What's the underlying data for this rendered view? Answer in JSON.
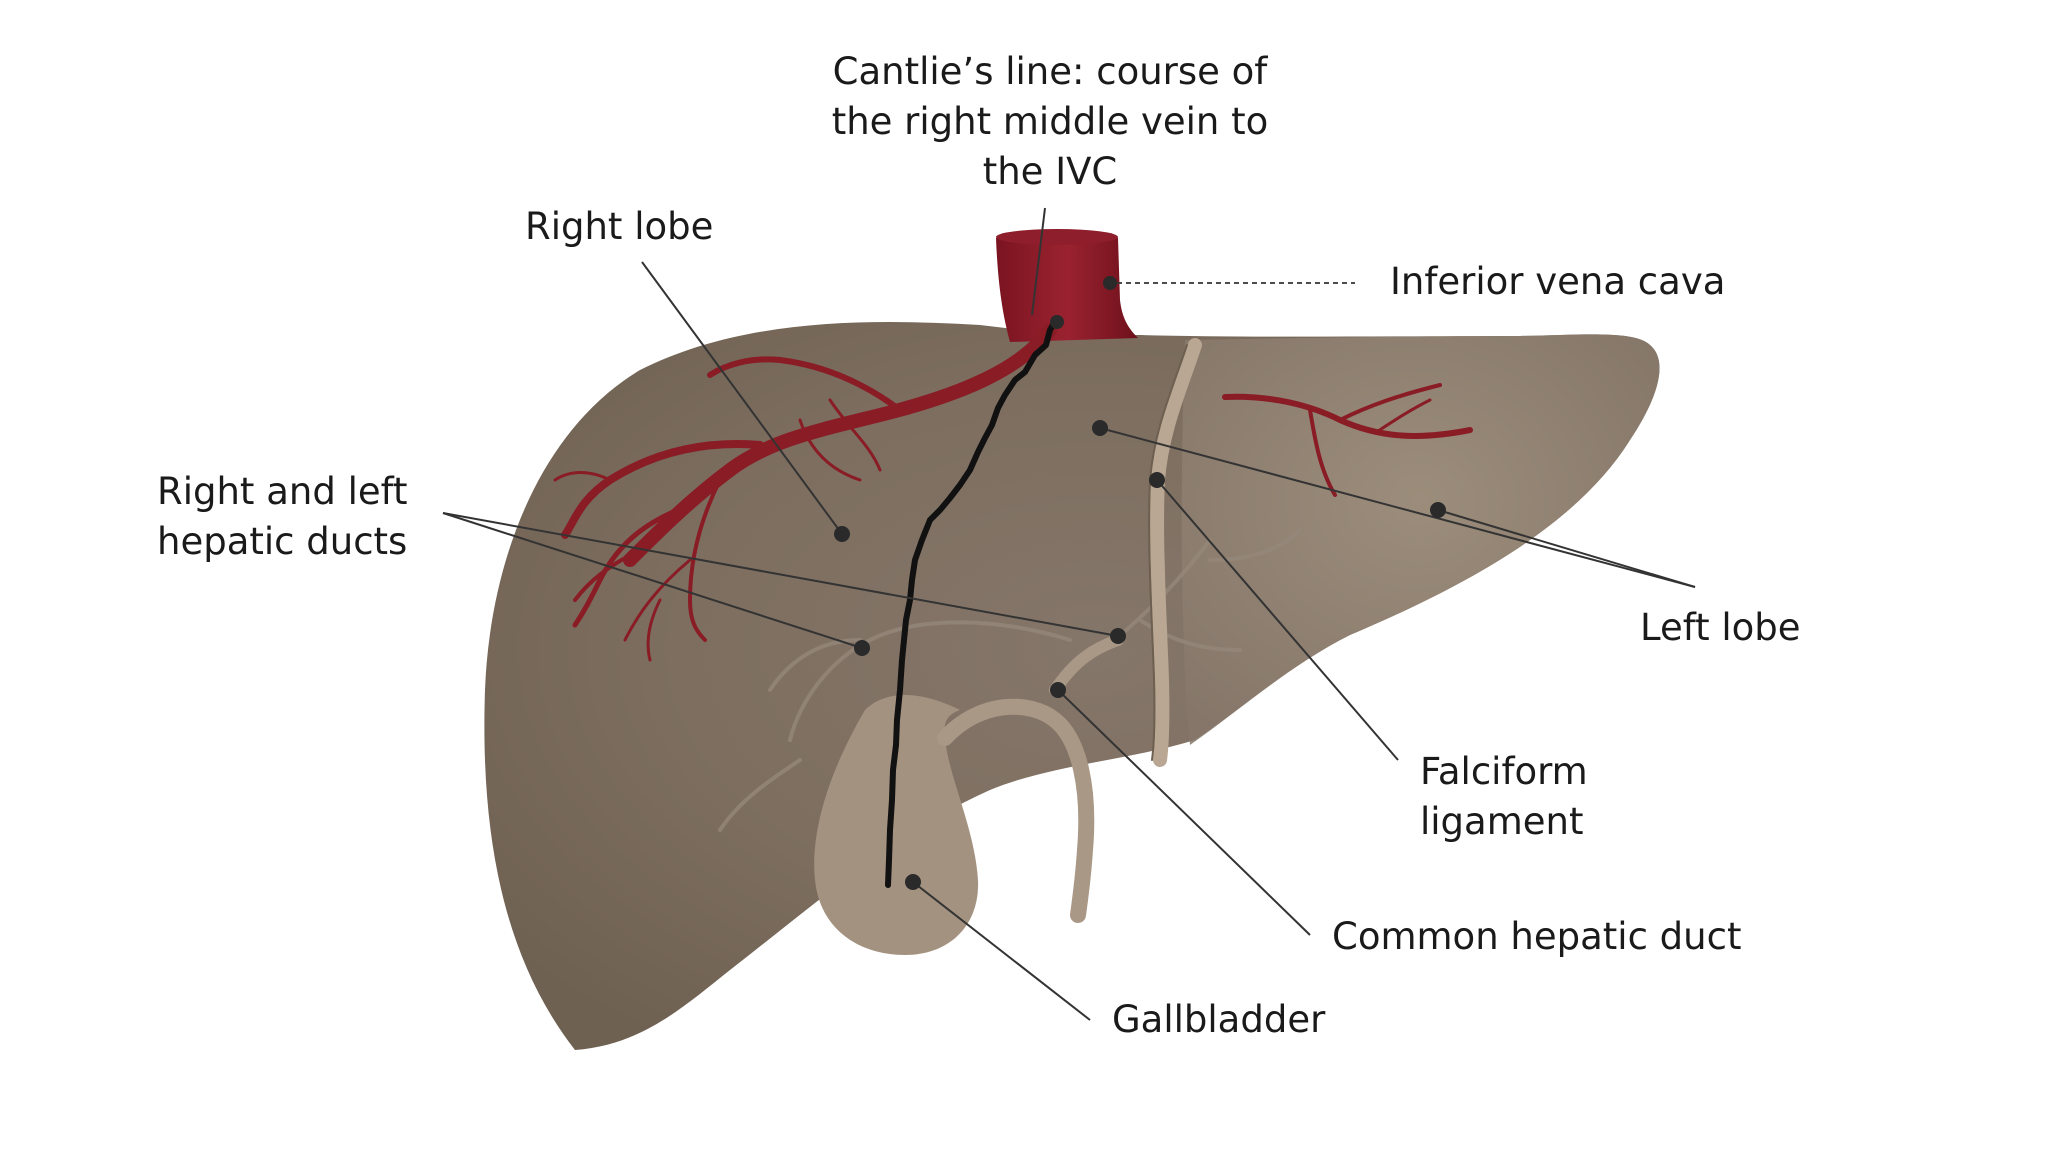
{
  "labels": {
    "cantlie": [
      "Cantlie’s line: course of",
      "the right middle vein to",
      "the IVC"
    ],
    "right_lobe": "Right lobe",
    "ivc": "Inferior vena cava",
    "hepatic_ducts": [
      "Right and left",
      "hepatic ducts"
    ],
    "left_lobe": "Left lobe",
    "falciform": [
      "Falciform",
      "ligament"
    ],
    "common_hepatic_duct": "Common hepatic duct",
    "gallbladder": "Gallbladder"
  },
  "colors": {
    "liver": "#7f705f",
    "liver_light": "#9a8a78",
    "vessel": "#8a1c26",
    "duct": "#a99886",
    "cantlie_line": "#111111",
    "leader_line": "#333333",
    "background": "#ffffff"
  }
}
